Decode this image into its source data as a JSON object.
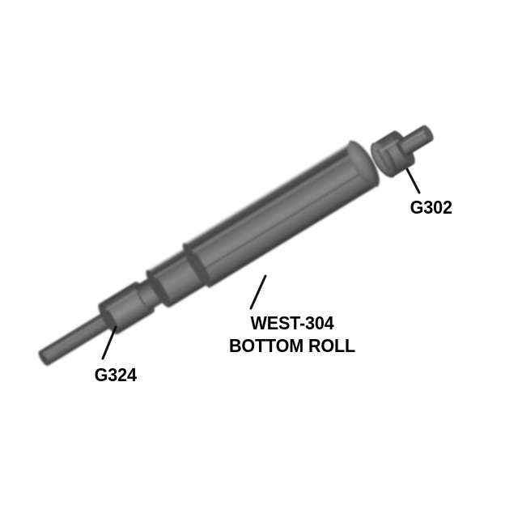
{
  "diagram": {
    "title": "WEST-304 Bottom Roll Exploded Parts Diagram",
    "background_color": "#ffffff",
    "view": "isometric exploded assembly, axis oriented lower-left to upper-right",
    "labels": {
      "knob": "G302",
      "collar": "G324",
      "roll_line1": "WEST-304",
      "roll_line2": "BOTTOM ROLL"
    },
    "label_color": "#000000",
    "colors": {
      "metal_light": "#8e8e8e",
      "metal_mid": "#6a6a6a",
      "metal_dark": "#3f3f3f",
      "metal_edge": "#2f2f2f",
      "leader_line": "#141414"
    },
    "parts": [
      {
        "id": "G302",
        "name": "end-knob",
        "description": "round knurled cap with short cylindrical stub shaft, shown exploded off the roll end"
      },
      {
        "id": "G324",
        "name": "shaft-collar",
        "description": "short cylindrical collar seated on the thin drive shaft at the lower-left end"
      },
      {
        "id": "WEST-304",
        "name": "bottom-roll",
        "description": "long stepped cylindrical bottom roll body with thin drive shaft"
      }
    ]
  }
}
